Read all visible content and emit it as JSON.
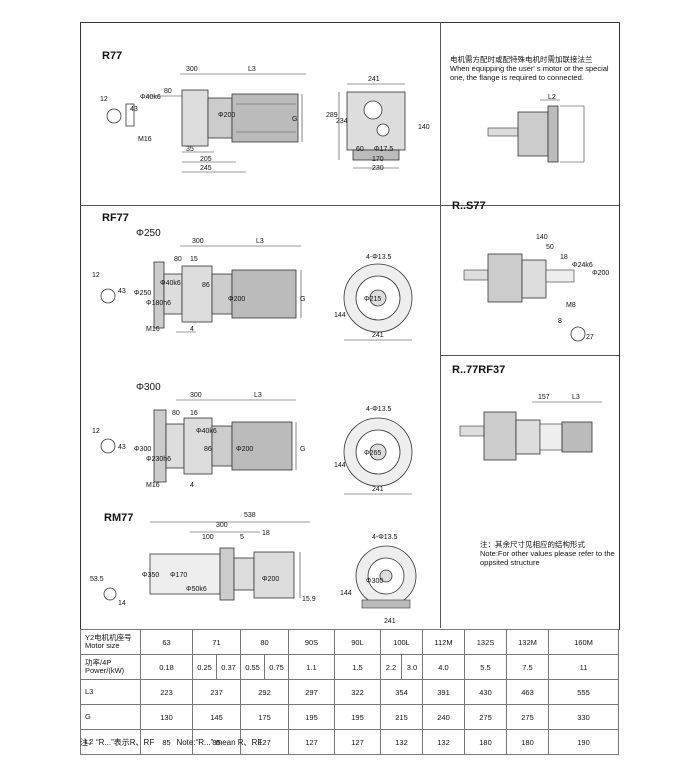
{
  "sections": {
    "r77": "R77",
    "rf77": "RF77",
    "rm77": "RM77",
    "rs77": "R..S77",
    "r77rf37": "R..77RF37"
  },
  "flanges": {
    "phi250": "Φ250",
    "phi300": "Φ300"
  },
  "notes": {
    "flange_cn": "电机需方配时或配特殊电机时需加联接法兰",
    "flange_en": "When equipping the user' s motor or the special one, the flange is required to connected.",
    "other_cn": "注：其余尺寸见相应的结构形式",
    "other_en": "Note:For other values please refer to the oppsited structure"
  },
  "dims": {
    "r77": [
      "300",
      "L3",
      "80",
      "12",
      "43",
      "Φ40k6",
      "M16",
      "35",
      "205",
      "245",
      "Φ200",
      "G",
      "241",
      "289",
      "234",
      "60",
      "Φ17.5",
      "170",
      "230",
      "140",
      "L2"
    ],
    "rf77_250": [
      "300",
      "L3",
      "80",
      "15",
      "12",
      "43",
      "Φ250",
      "Φ180h6",
      "Φ40k6",
      "86",
      "Φ200",
      "G",
      "M16",
      "4",
      "4-Φ13.5",
      "Φ215",
      "144",
      "241"
    ],
    "rf77_300": [
      "300",
      "L3",
      "80",
      "16",
      "12",
      "43",
      "Φ300",
      "Φ230h6",
      "Φ40k6",
      "86",
      "Φ200",
      "G",
      "M16",
      "4",
      "4-Φ13.5",
      "Φ265",
      "144",
      "241"
    ],
    "rm77": [
      "538",
      "300",
      "18",
      "100",
      "5",
      "Φ350",
      "Φ170",
      "Φ50k6",
      "Φ200",
      "53.5",
      "14",
      "15.9",
      "Φ300",
      "4-Φ13.5",
      "144",
      "241"
    ],
    "rs77": [
      "140",
      "50",
      "18",
      "Φ24k6",
      "Φ200",
      "M8",
      "8",
      "27"
    ],
    "r77rf37": [
      "157",
      "L3"
    ]
  },
  "table": {
    "rows": [
      {
        "head": [
          "Y2电机机座号",
          "Motor size"
        ],
        "cells": [
          "63",
          "71",
          "80",
          "90S",
          "90L",
          "100L",
          "112M",
          "132S",
          "132M",
          "160M"
        ]
      },
      {
        "head": [
          "功率/4P",
          "Power/(kW)"
        ],
        "cells": [
          "0.18",
          "0.25",
          "0.37",
          "0.55",
          "0.75",
          "1.1",
          "1.5",
          "2.2",
          "3.0",
          "4.0",
          "5.5",
          "7.5",
          "11"
        ]
      },
      {
        "head": [
          "L3"
        ],
        "cells": [
          "223",
          "237",
          "292",
          "297",
          "322",
          "354",
          "391",
          "430",
          "463",
          "555"
        ]
      },
      {
        "head": [
          "G"
        ],
        "cells": [
          "130",
          "145",
          "175",
          "195",
          "195",
          "215",
          "240",
          "275",
          "275",
          "330"
        ]
      },
      {
        "head": [
          "L2"
        ],
        "cells": [
          "85",
          "85",
          "127",
          "127",
          "127",
          "132",
          "132",
          "180",
          "180",
          "190"
        ]
      }
    ]
  },
  "footnote": {
    "cn": "注：“R...”表示R、RF",
    "en": "Note:“R...” mean R、RF"
  }
}
